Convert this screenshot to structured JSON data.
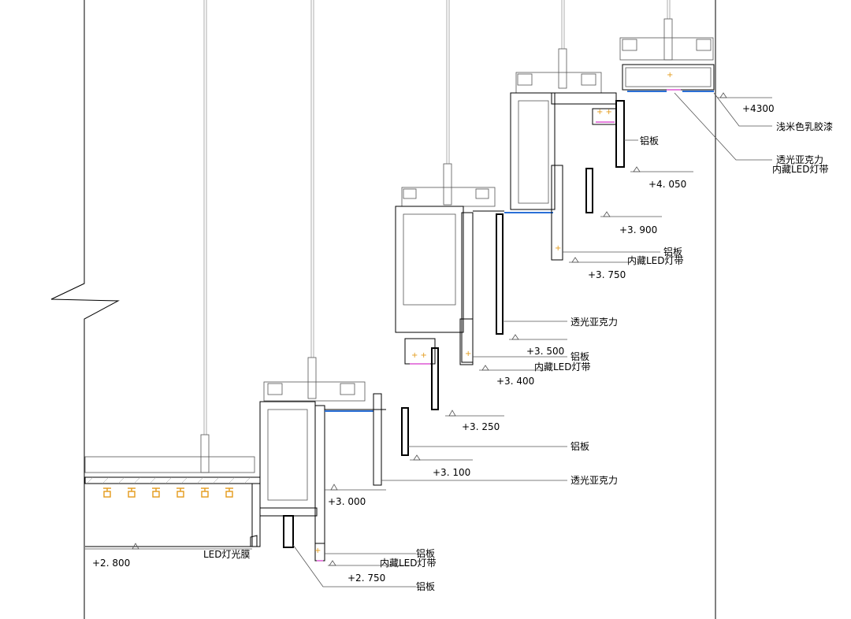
{
  "elevations": {
    "e2800": "+2. 800",
    "e2750": "+2. 750",
    "e3000": "+3. 000",
    "e3100": "+3. 100",
    "e3250": "+3. 250",
    "e3400": "+3. 400",
    "e3500": "+3. 500",
    "e3750": "+3. 750",
    "e3900": "+3. 900",
    "e4050": "+4. 050",
    "e4300": "+4300"
  },
  "labels": {
    "led_film": "LED灯光膜",
    "aluminum": "铝板",
    "hidden_led": "内藏LED灯带",
    "translucent_acrylic": "透光亚克力",
    "latex_paint": "浅米色乳胶漆"
  },
  "colors": {
    "line": "#000000",
    "light_strip": "#e39a1a",
    "acrylic_blue": "#2a6fd6",
    "led_magenta": "#d636c9"
  }
}
